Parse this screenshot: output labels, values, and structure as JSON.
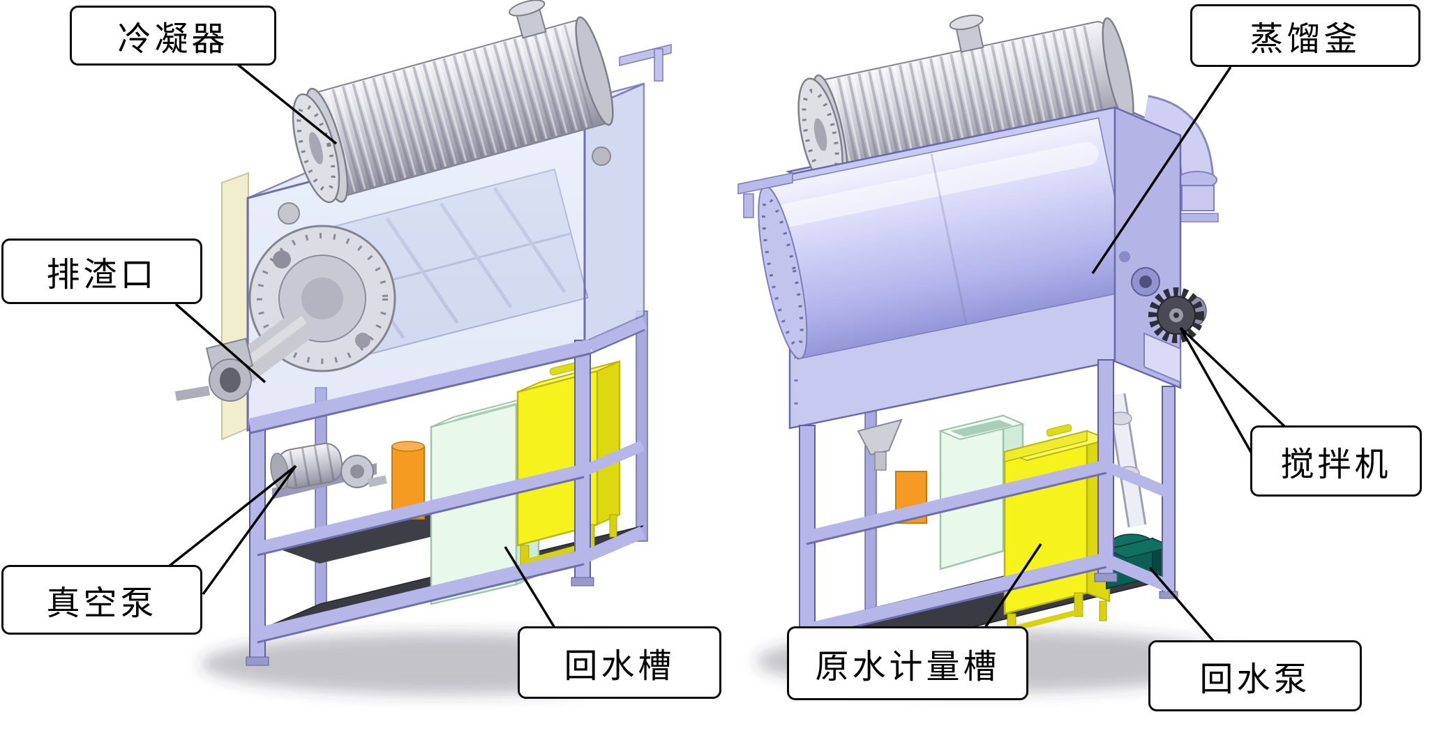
{
  "figure": {
    "left_view": {
      "labels": {
        "condenser": "冷凝器",
        "slag_outlet": "排渣口",
        "vacuum_pump": "真空泵",
        "return_water_tank": "回水槽"
      }
    },
    "right_view": {
      "labels": {
        "distillation_kettle": "蒸馏釜",
        "agitator": "搅拌机",
        "raw_water_metering_tank": "原水计量槽",
        "return_water_pump": "回水泵"
      }
    },
    "colors": {
      "background": "#ffffff",
      "label_background": "#ffffff",
      "label_border": "#000000",
      "leader_line": "#000000",
      "frame_lavender": "#b6b6e8",
      "kettle_lavender": "#c7c8f4",
      "condenser_metal": "#c9c9d3",
      "tank_yellow": "#f6f21c",
      "tank_mint": "#e8f9ec",
      "pump_teal": "#0d5f55",
      "accent_orange": "#f59a23",
      "insulation_cream": "#f1eecd",
      "floor_dark": "#3a3a42"
    }
  }
}
